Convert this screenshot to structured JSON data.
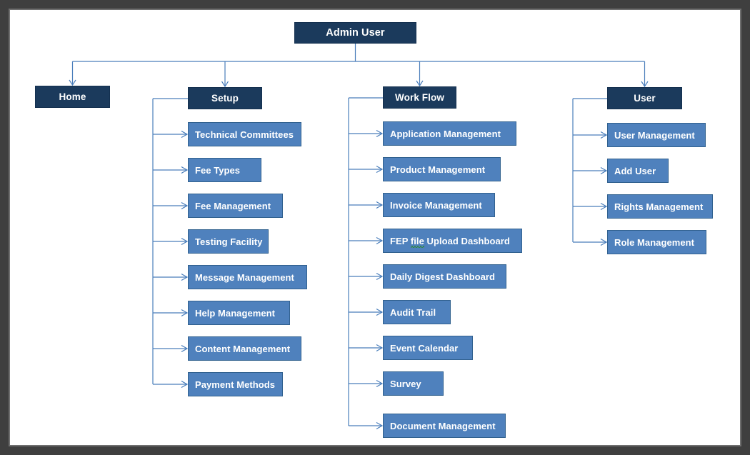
{
  "diagram": {
    "title": "Admin User",
    "colors": {
      "root_fill": "#1b3a5c",
      "branch_fill": "#1b3a5c",
      "leaf_fill": "#4f81bd",
      "leaf_border": "#31618f",
      "connector": "#4a7ebb",
      "frame": "#3f3f3f",
      "text": "#ffffff"
    }
  },
  "root": {
    "label": "Admin User"
  },
  "branches": [
    {
      "id": "home",
      "label": "Home",
      "children": []
    },
    {
      "id": "setup",
      "label": "Setup",
      "children": [
        {
          "label": "Technical Committees"
        },
        {
          "label": "Fee Types"
        },
        {
          "label": "Fee Management"
        },
        {
          "label": "Testing Facility"
        },
        {
          "label": "Message Management"
        },
        {
          "label": "Help Management"
        },
        {
          "label": "Content Management"
        },
        {
          "label": "Payment Methods"
        }
      ]
    },
    {
      "id": "workflow",
      "label": "Work Flow",
      "children": [
        {
          "label": "Application Management"
        },
        {
          "label": "Product Management"
        },
        {
          "label": "Invoice Management"
        },
        {
          "label": "FEP file  Upload Dashboard",
          "misspelled_word": "file",
          "prefix": "FEP ",
          "suffix": "  Upload Dashboard"
        },
        {
          "label": "Daily Digest Dashboard"
        },
        {
          "label": "Audit Trail"
        },
        {
          "label": "Event Calendar"
        },
        {
          "label": "Survey"
        },
        {
          "label": "Document Management"
        }
      ]
    },
    {
      "id": "user",
      "label": "User",
      "children": [
        {
          "label": "User Management"
        },
        {
          "label": "Add User"
        },
        {
          "label": "Rights Management"
        },
        {
          "label": "Role Management"
        }
      ]
    }
  ]
}
